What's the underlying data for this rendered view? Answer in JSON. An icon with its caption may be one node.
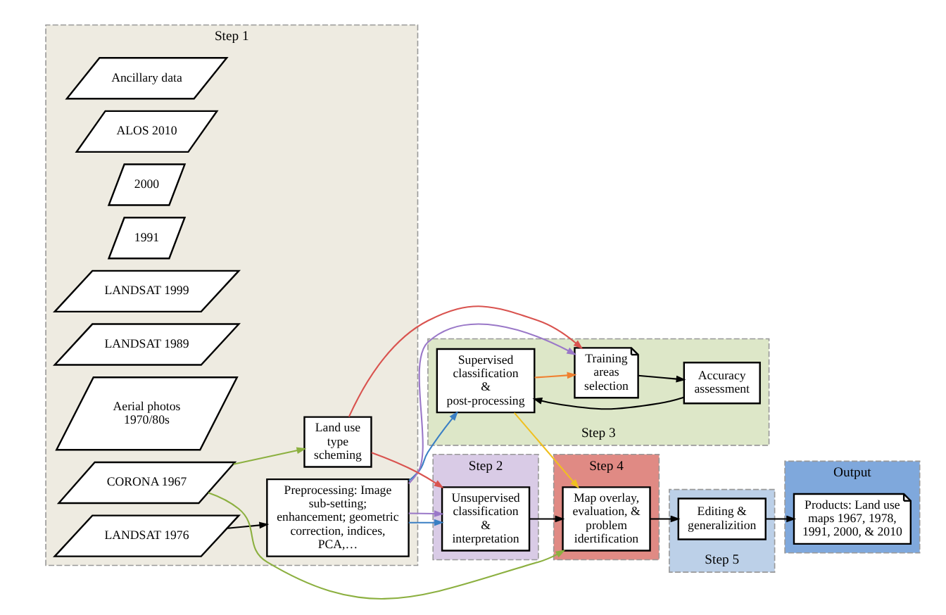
{
  "diagram": {
    "nodes": [
      {
        "text": [
          "Step 1"
        ]
      },
      {
        "text": [
          "LANDSAT 1976"
        ],
        "in": 0
      },
      {
        "text": [
          "LANDSAT 1989"
        ],
        "in": 0
      },
      {
        "text": [
          "LANDSAT 1999"
        ],
        "in": 0
      },
      {
        "text": [
          "ALOS 2010"
        ],
        "in": 0
      },
      {
        "text": [
          "Preprocessing: Image sub-setting; enhancement; geometric correction, indices, PCA,…"
        ],
        "in": 0
      },
      {
        "text": [
          "CORONA 1967"
        ],
        "in": 0
      },
      {
        "text": [
          "Aerial photos 1970/80s"
        ],
        "in": 0
      },
      {
        "text": [
          "1991"
        ],
        "in": 0
      },
      {
        "text": [
          "2000"
        ],
        "in": 0
      },
      {
        "text": [
          "Ancillary data"
        ],
        "in": 0
      },
      {
        "text": [
          "Land use type scheming"
        ],
        "in": 0
      },
      {
        "text": [
          "Step 2"
        ]
      },
      {
        "text": [
          "Unsupervised classification & interpretation"
        ],
        "in": 12
      },
      {
        "text": [
          "Step 3"
        ]
      },
      {
        "text": [
          "Supervised classification & post-processing"
        ],
        "in": 14
      },
      {
        "text": [
          "Accuracy assessment"
        ],
        "in": 14
      },
      {
        "text": [
          "Training areas selection"
        ],
        "in": 14
      },
      {
        "text": [
          "Step 4"
        ]
      },
      {
        "text": [
          "Map overlay, evaluation, & problem idertification"
        ],
        "in": 18
      },
      {
        "text": [
          "Step 5"
        ]
      },
      {
        "text": [
          "Editing & generalizition"
        ],
        "in": 20
      },
      {
        "text": [
          "Output"
        ]
      },
      {
        "text": [
          "Products: Land use maps 1967, 1978, 1991, 2000, & 2010"
        ],
        "in": 22
      }
    ],
    "edges": [
      {
        "from": 1,
        "to": 5,
        "arrow": "to"
      },
      {
        "from": 5,
        "to": 13,
        "arrow": "to",
        "color": "#3a7fc4"
      },
      {
        "from": 5,
        "to": 15,
        "arrow": "to",
        "color": "#3a7fc4"
      },
      {
        "from": 5,
        "to": 13,
        "arrow": "to",
        "color": "#9a78c8"
      },
      {
        "from": 5,
        "to": 17,
        "arrow": "to",
        "color": "#9a78c8"
      },
      {
        "from": 6,
        "to": 11,
        "arrow": "to",
        "color": "#8cb040"
      },
      {
        "from": 6,
        "to": 19,
        "arrow": "to",
        "color": "#8cb040"
      },
      {
        "from": 11,
        "to": 13,
        "arrow": "to",
        "color": "#d9534f"
      },
      {
        "from": 11,
        "to": 17,
        "arrow": "to",
        "color": "#d9534f"
      },
      {
        "from": 13,
        "to": 19,
        "arrow": "to"
      },
      {
        "from": 15,
        "to": 19,
        "arrow": "to",
        "color": "#f0c020"
      },
      {
        "from": 15,
        "to": 17,
        "arrow": "to",
        "color": "#f08030"
      },
      {
        "from": 17,
        "to": 16,
        "arrow": "to"
      },
      {
        "from": 16,
        "to": 15,
        "arrow": "to"
      },
      {
        "from": 19,
        "to": 21,
        "arrow": "to"
      },
      {
        "from": 21,
        "to": 23,
        "arrow": "to"
      }
    ]
  }
}
